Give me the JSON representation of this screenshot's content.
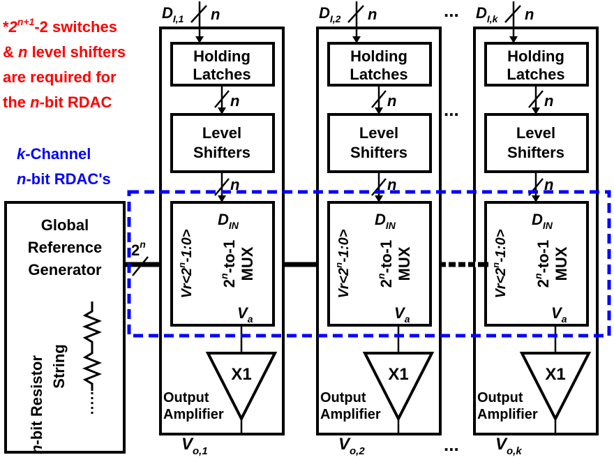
{
  "note": {
    "line1": {
      "star": "*",
      "two": "2",
      "exp": "n+1",
      "rest": "-2 switches"
    },
    "line2": {
      "amp": "& ",
      "n": "n",
      "rest": " level shifters"
    },
    "line3": "are required for",
    "line4": {
      "pre": "the ",
      "n": "n",
      "rest": "-bit RDAC"
    },
    "color": "#ff0000"
  },
  "rdac_label": {
    "line1": {
      "k": "k",
      "rest": "-Channel"
    },
    "line2": {
      "n": "n",
      "rest": "-bit RDAC's"
    },
    "color": "#0000ff"
  },
  "global_ref": {
    "line1": "Global",
    "line2": "Reference",
    "line3": "Generator",
    "string_label": {
      "n": "n",
      "rest": "-bit Resistor",
      "line2": "String"
    },
    "bus_width": {
      "base": "2",
      "exp": "n"
    }
  },
  "bit_width": "n",
  "ellipsis": "...",
  "channels": [
    {
      "input": {
        "base": "D",
        "sub": "I,1"
      },
      "latch": [
        "Holding",
        "Latches"
      ],
      "shifter": [
        "Level",
        "Shifters"
      ],
      "mux": {
        "din": "D",
        "din_sub": "IN",
        "vr": "Vr<2",
        "vr_exp": "n",
        "vr_tail": "-1:0>",
        "l1_base": "2",
        "l1_exp": "n",
        "l1_tail": "-to-1",
        "l2": "MUX",
        "va": "V",
        "va_sub": "a"
      },
      "amp": {
        "gain": "X1",
        "label": [
          "Output",
          "Amplifier"
        ]
      },
      "output": {
        "base": "V",
        "sub": "o,1"
      }
    },
    {
      "input": {
        "base": "D",
        "sub": "I,2"
      },
      "latch": [
        "Holding",
        "Latches"
      ],
      "shifter": [
        "Level",
        "Shifters"
      ],
      "mux": {
        "din": "D",
        "din_sub": "IN",
        "vr": "Vr<2",
        "vr_exp": "n",
        "vr_tail": "-1:0>",
        "l1_base": "2",
        "l1_exp": "n",
        "l1_tail": "-to-1",
        "l2": "MUX",
        "va": "V",
        "va_sub": "a"
      },
      "amp": {
        "gain": "X1",
        "label": [
          "Output",
          "Amplifier"
        ]
      },
      "output": {
        "base": "V",
        "sub": "o,2"
      }
    },
    {
      "input": {
        "base": "D",
        "sub": "I,k"
      },
      "latch": [
        "Holding",
        "Latches"
      ],
      "shifter": [
        "Level",
        "Shifters"
      ],
      "mux": {
        "din": "D",
        "din_sub": "IN",
        "vr": "Vr<2",
        "vr_exp": "n",
        "vr_tail": "-1:0>",
        "l1_base": "2",
        "l1_exp": "n",
        "l1_tail": "-to-1",
        "l2": "MUX",
        "va": "V",
        "va_sub": "a"
      },
      "amp": {
        "gain": "X1",
        "label": [
          "Output",
          "Amplifier"
        ]
      },
      "output": {
        "base": "V",
        "sub": "o,k"
      }
    }
  ]
}
